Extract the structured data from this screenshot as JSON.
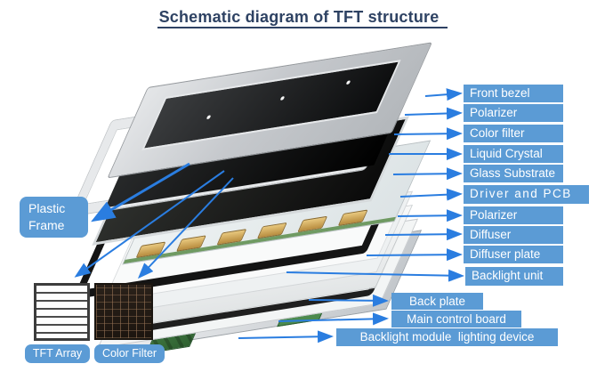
{
  "title": "Schematic diagram of TFT structure",
  "colors": {
    "label_box": "#5b9bd5",
    "arrow": "#2a7de0",
    "title": "#2e4263",
    "label_text": "#ffffff"
  },
  "right_labels": [
    {
      "label": "Front bezel"
    },
    {
      "label": "Polarizer"
    },
    {
      "label": "Color filter"
    },
    {
      "label": "Liquid Crystal"
    },
    {
      "label": "Glass Substrate"
    },
    {
      "label": "Driver and PCB"
    },
    {
      "label": "Polarizer"
    },
    {
      "label": "Diffuser"
    },
    {
      "label": "Diffuser plate"
    },
    {
      "label": "Backlight unit"
    }
  ],
  "bottom_labels": [
    {
      "label": "Back plate"
    },
    {
      "label": "Main control board"
    },
    {
      "label": "Backlight module  lighting device"
    }
  ],
  "plastic_frame_label": "Plastic Frame",
  "thumbnails": [
    {
      "label": "TFT Array"
    },
    {
      "label": "Color Filter"
    }
  ]
}
